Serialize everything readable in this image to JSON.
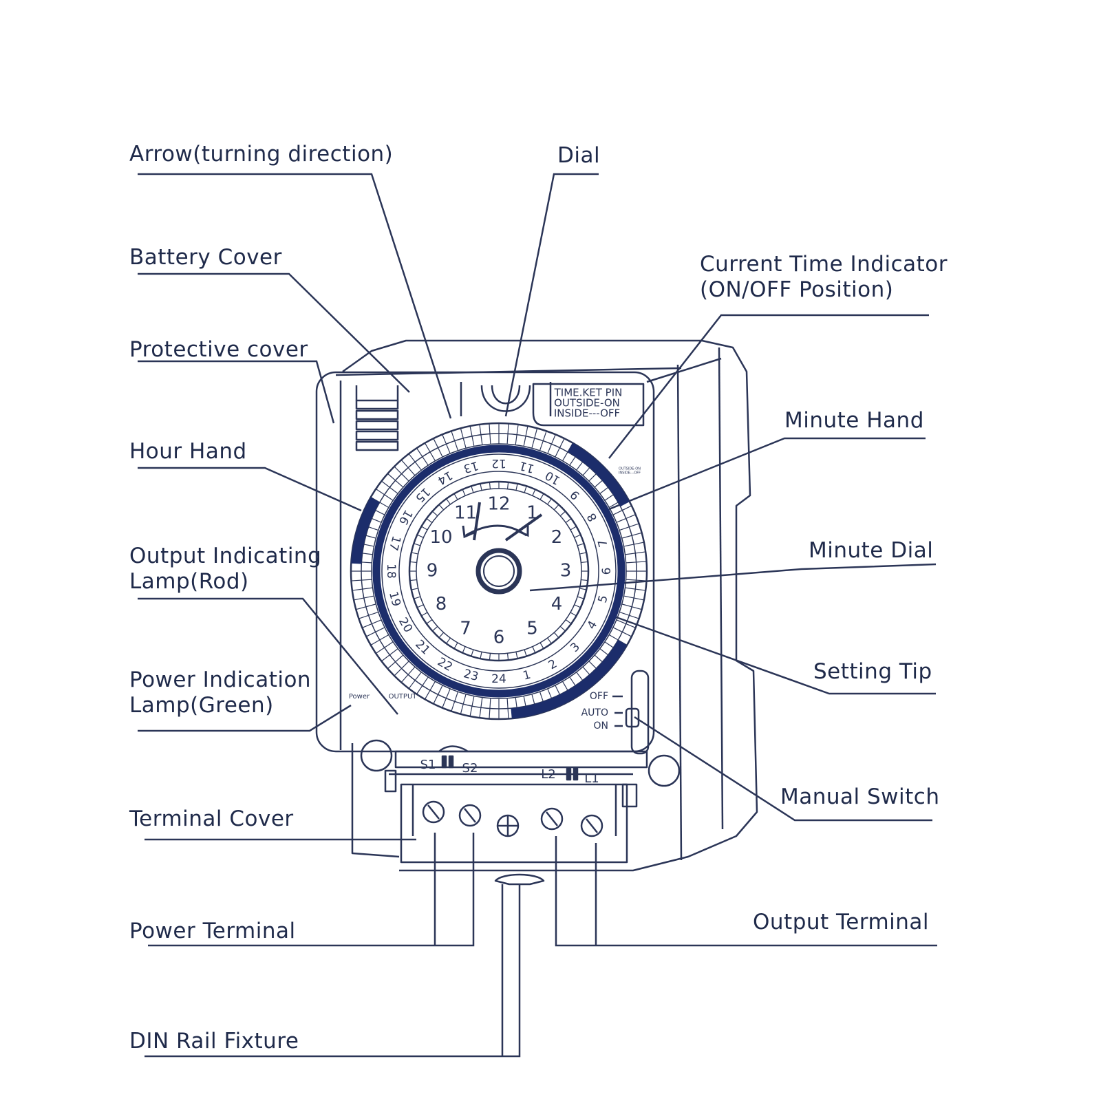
{
  "colors": {
    "ink": "#1f2a4a",
    "line": "#2b3557",
    "band": "#1c2d6b",
    "background": "#ffffff"
  },
  "labels": {
    "arrow": "Arrow(turning direction)",
    "dial": "Dial",
    "battery_cover": "Battery Cover",
    "current_time_indicator": [
      "Current Time Indicator",
      "(ON/OFF Position)"
    ],
    "protective_cover": "Protective cover",
    "minute_hand": "Minute Hand",
    "hour_hand": "Hour Hand",
    "output_lamp": [
      "Output Indicating",
      "Lamp(Rod)"
    ],
    "minute_dial": "Minute Dial",
    "power_lamp": [
      "Power Indication",
      "Lamp(Green)"
    ],
    "setting_tip": "Setting Tip",
    "manual_switch": "Manual Switch",
    "terminal_cover": "Terminal Cover",
    "power_terminal": "Power Terminal",
    "output_terminal": "Output Terminal",
    "din_rail": "DIN Rail Fixture"
  },
  "device": {
    "instruction": [
      "TIME.KET PIN",
      "OUTSIDE-ON",
      "INSIDE---OFF"
    ],
    "tiny_note": [
      "OUTSIDE-ON",
      "INSIDE---OFF"
    ],
    "switch_positions": [
      "OFF",
      "AUTO",
      "ON"
    ],
    "lamp_power": "Power",
    "lamp_output": "OUTPUT",
    "terminals_left": [
      "S1",
      "S2"
    ],
    "terminals_right": [
      "L2",
      "L1"
    ],
    "minute_numbers": [
      "12",
      "1",
      "2",
      "3",
      "4",
      "5",
      "6",
      "7",
      "8",
      "9",
      "10",
      "11"
    ],
    "hour_numbers": [
      "1",
      "2",
      "3",
      "4",
      "5",
      "6",
      "7",
      "8",
      "9",
      "10",
      "11",
      "12",
      "13",
      "14",
      "15",
      "16",
      "17",
      "18",
      "19",
      "20",
      "21",
      "22",
      "23",
      "24"
    ]
  }
}
